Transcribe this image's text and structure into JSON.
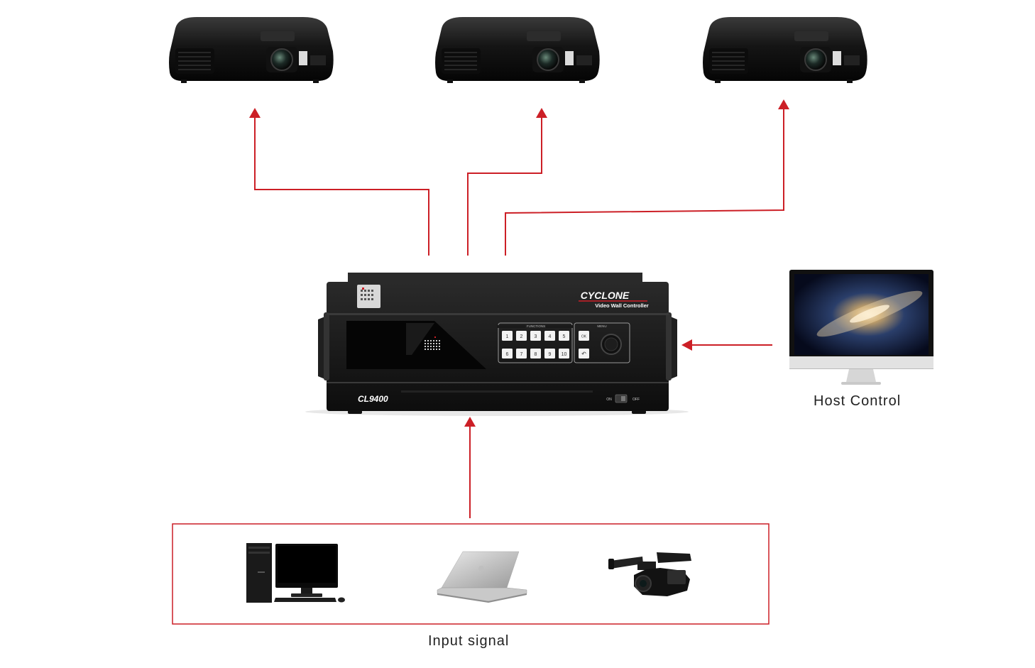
{
  "device": {
    "brand": "CYCLONE",
    "subtitle": "Video Wall Controller",
    "model": "CL9400",
    "functions_label": "FUNCTIONS",
    "menu_label": "MENU",
    "keys": [
      "1",
      "2",
      "3",
      "4",
      "5",
      "6",
      "7",
      "8",
      "9",
      "10"
    ],
    "ok_key": "OK",
    "back_key": "↶",
    "switch_on": "ON",
    "switch_off": "OFF"
  },
  "labels": {
    "host_control": "Host Control",
    "input_signal": "Input signal"
  },
  "colors": {
    "arrow": "#cc1f26",
    "device_body": "#1a1a1a",
    "brand_text": "#ffffff"
  },
  "projectors": 3,
  "inputs": [
    "desktop-pc-icon",
    "laptop-icon",
    "camcorder-icon"
  ]
}
